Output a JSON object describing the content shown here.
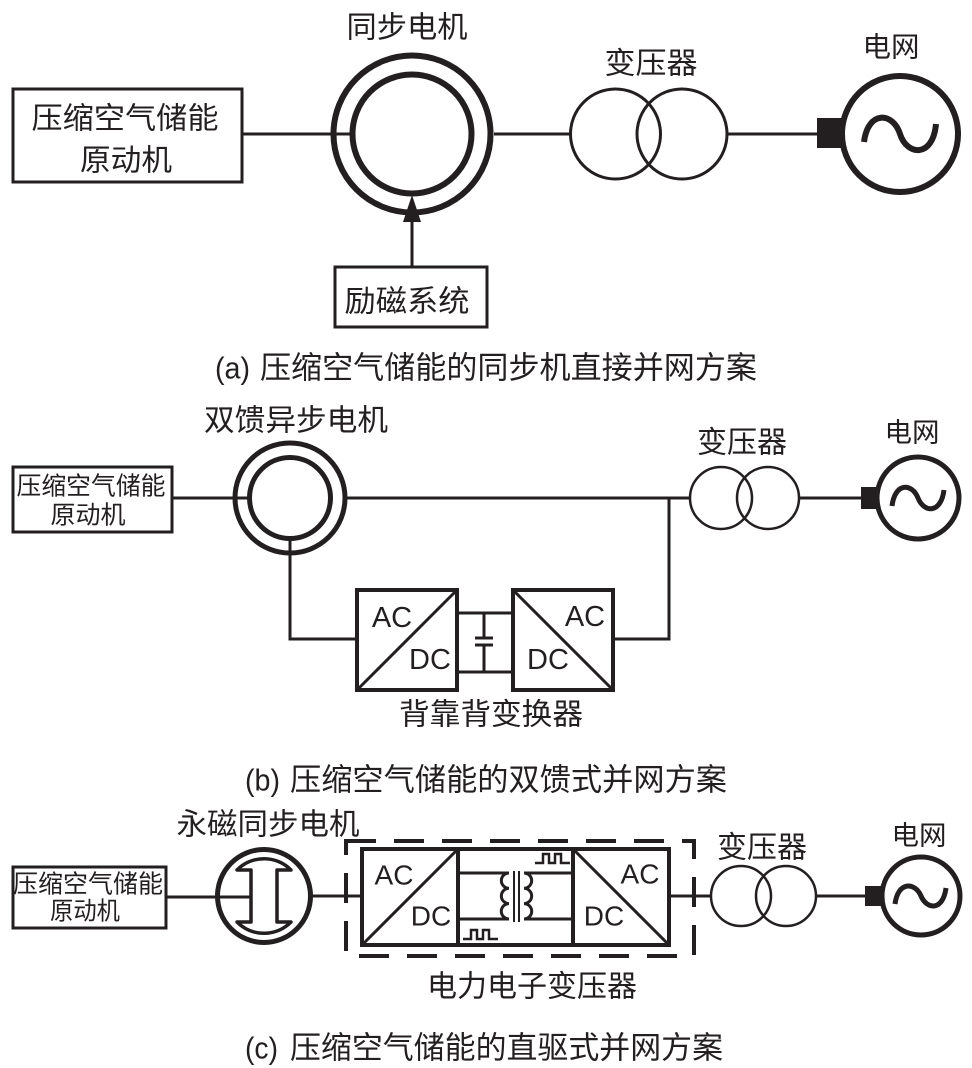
{
  "colors": {
    "line": "#231f20",
    "background": "#ffffff"
  },
  "panel_a": {
    "caption_tag": "(a)",
    "caption_text": "压缩空气储能的同步机直接并网方案",
    "prime_mover": {
      "line1": "压缩空气储能",
      "line2": "原动机"
    },
    "generator_label": "同步电机",
    "excitation_label": "励磁系统",
    "transformer_label": "变压器",
    "grid_label": "电网"
  },
  "panel_b": {
    "caption_tag": "(b)",
    "caption_text": "压缩空气储能的双馈式并网方案",
    "prime_mover": {
      "line1": "压缩空气储能",
      "line2": "原动机"
    },
    "generator_label": "双馈异步电机",
    "rectifier": {
      "ac": "AC",
      "dc": "DC"
    },
    "inverter": {
      "ac": "AC",
      "dc": "DC"
    },
    "converter_label": "背靠背变换器",
    "transformer_label": "变压器",
    "grid_label": "电网"
  },
  "panel_c": {
    "caption_tag": "(c)",
    "caption_text": "压缩空气储能的直驱式并网方案",
    "prime_mover": {
      "line1": "压缩空气储能",
      "line2": "原动机"
    },
    "generator_label": "永磁同步电机",
    "rectifier": {
      "ac": "AC",
      "dc": "DC"
    },
    "inverter": {
      "ac": "AC",
      "dc": "DC"
    },
    "pet_label": "电力电子变压器",
    "transformer_label": "变压器",
    "grid_label": "电网"
  }
}
